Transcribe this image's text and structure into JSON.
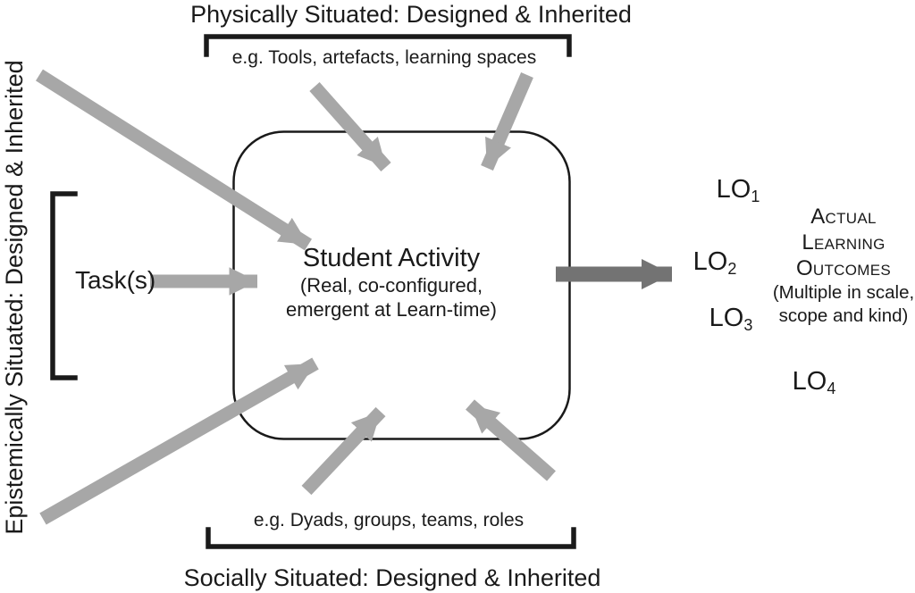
{
  "top": {
    "title": "Physically Situated: Designed & Inherited",
    "example": "e.g. Tools, artefacts, learning spaces"
  },
  "left": {
    "title": "Epistemically Situated: Designed & Inherited",
    "task_label": "Task(s)"
  },
  "bottom": {
    "example": "e.g. Dyads, groups, teams, roles",
    "title": "Socially Situated: Designed & Inherited"
  },
  "center_box": {
    "title": "Student Activity",
    "subtitle_line1": "(Real, co-configured,",
    "subtitle_line2": "emergent at Learn-time)"
  },
  "outcomes": {
    "items": [
      {
        "label": "LO",
        "subscript": "1"
      },
      {
        "label": "LO",
        "subscript": "2"
      },
      {
        "label": "LO",
        "subscript": "3"
      },
      {
        "label": "LO",
        "subscript": "4"
      }
    ],
    "caption": {
      "line1": "Actual",
      "line2": "Learning",
      "line3": "Outcomes",
      "note_line1": "(Multiple in scale,",
      "note_line2": "scope and kind)"
    }
  },
  "colors": {
    "arrow_light": "#a7a7a7",
    "arrow_dark": "#737373",
    "line_color": "#1a1a1a"
  }
}
